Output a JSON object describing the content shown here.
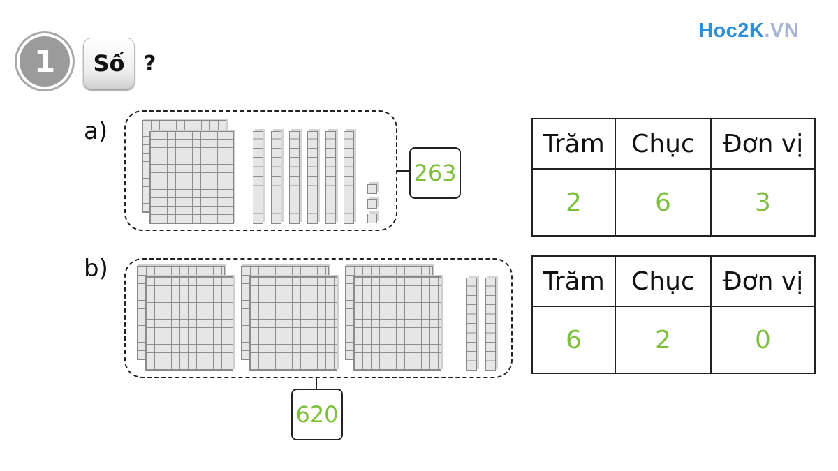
{
  "logo": {
    "main": "Hoc2K",
    "suffix": ".VN"
  },
  "exercise": {
    "number": "1",
    "badge": "Số",
    "prompt": "?"
  },
  "parts": [
    {
      "label": "a)",
      "answer": "263",
      "headers": [
        "Trăm",
        "Chục",
        "Đơn vị"
      ],
      "values": [
        "2",
        "6",
        "3"
      ],
      "blocks": {
        "hundreds": 2,
        "tens": 6,
        "ones": 3
      }
    },
    {
      "label": "b)",
      "answer": "620",
      "headers": [
        "Trăm",
        "Chục",
        "Đơn vị"
      ],
      "values": [
        "6",
        "2",
        "0"
      ],
      "blocks": {
        "hundreds": 6,
        "tens": 2,
        "ones": 0
      }
    }
  ]
}
